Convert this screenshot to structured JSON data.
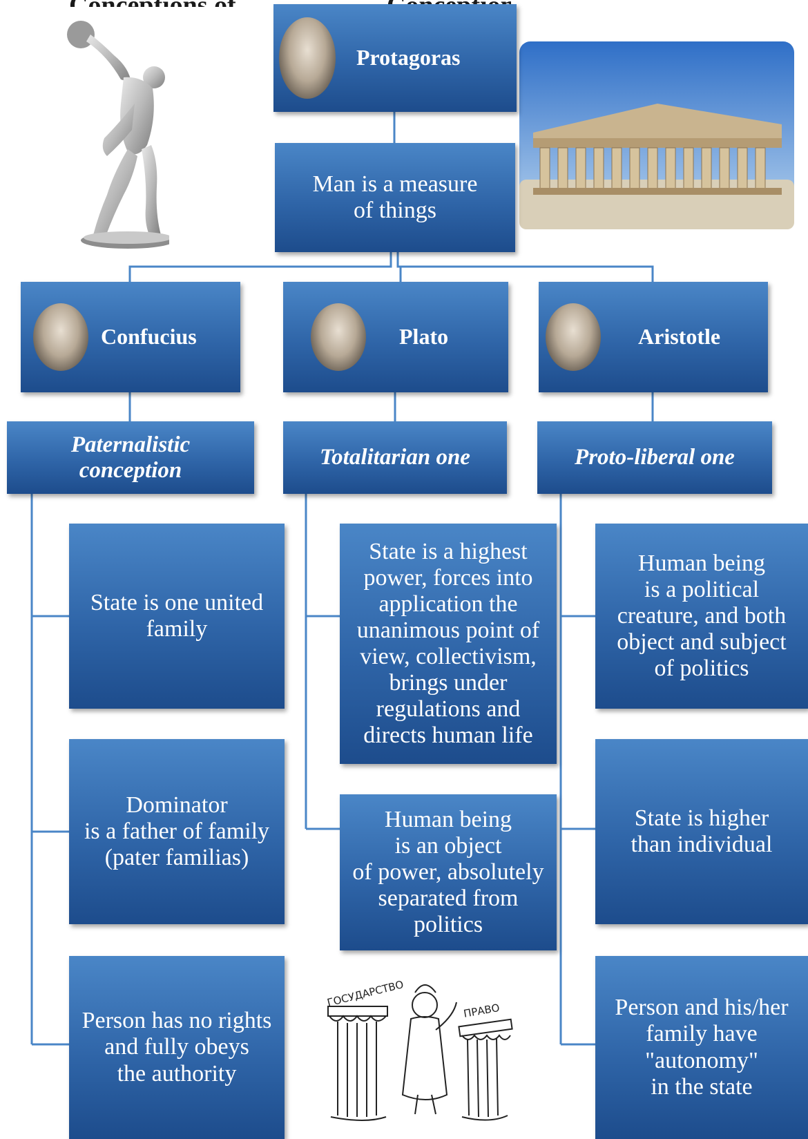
{
  "header": {
    "left_text": "Conceptions of",
    "right_text": "Conceptions"
  },
  "root": {
    "name": "Protagoras",
    "thesis": "Man is a measure\nof things"
  },
  "philosophers": [
    {
      "name": "Confucius",
      "conception": "Paternalistic\nconception",
      "points": [
        "State is one united\nfamily",
        "Dominator\nis a father of family\n(pater familias)",
        "Person has no rights\nand fully obeys\nthe authority"
      ]
    },
    {
      "name": "Plato",
      "conception": "Totalitarian one",
      "points": [
        "State is a highest\npower, forces into\napplication the\nunanimous point of\nview, collectivism,\nbrings under\nregulations and\ndirects human life",
        "Human being\nis an object\nof power, absolutely\nseparated from\npolitics"
      ]
    },
    {
      "name": "Aristotle",
      "conception": "Proto-liberal one",
      "points": [
        "Human being\nis a political\ncreature, and both\nobject and subject\nof politics",
        "State is higher\nthan individual",
        "Person and his/her\nfamily have\n\"autonomy\"\nin the state"
      ]
    }
  ],
  "cartoon": {
    "label_left": "ГОСУДАРСТВО",
    "label_right": "ПРАВО"
  }
}
